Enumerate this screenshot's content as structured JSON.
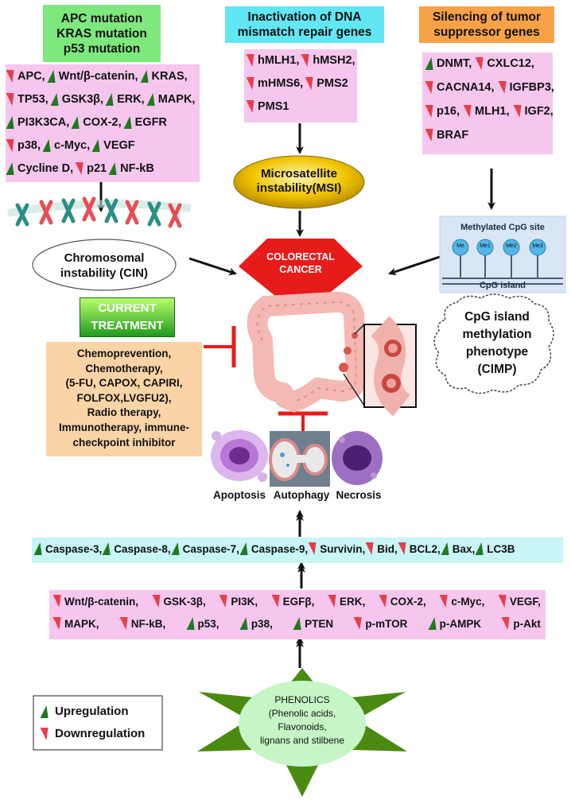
{
  "headers": {
    "mutations": [
      "APC mutation",
      "KRAS mutation",
      "p53 mutation"
    ],
    "mmr": [
      "Inactivation of DNA",
      "mismatch repair genes"
    ],
    "silencing": [
      "Silencing of tumor",
      "suppressor genes"
    ]
  },
  "mutation_genes": [
    [
      {
        "dir": "down",
        "t": "APC,"
      },
      {
        "dir": "up",
        "t": "Wnt/β-catenin,"
      },
      {
        "dir": "up",
        "t": "KRAS,"
      }
    ],
    [
      {
        "dir": "down",
        "t": "TP53,"
      },
      {
        "dir": "up",
        "t": "GSK3β,"
      },
      {
        "dir": "up",
        "t": "ERK,"
      },
      {
        "dir": "up",
        "t": "MAPK,"
      }
    ],
    [
      {
        "dir": "up",
        "t": "PI3K3CA,"
      },
      {
        "dir": "up",
        "t": "COX-2,"
      },
      {
        "dir": "up",
        "t": "EGFR"
      }
    ],
    [
      {
        "dir": "down",
        "t": "p38,"
      },
      {
        "dir": "up",
        "t": "c-Myc,"
      },
      {
        "dir": "up",
        "t": "VEGF"
      }
    ],
    [
      {
        "dir": "up",
        "t": "Cycline D,"
      },
      {
        "dir": "down",
        "t": "p21"
      },
      {
        "dir": "up",
        "t": "NF-kB"
      }
    ]
  ],
  "mmr_genes": [
    [
      {
        "dir": "down",
        "t": "hMLH1,"
      },
      {
        "dir": "down",
        "t": "hMSH2,"
      }
    ],
    [
      {
        "dir": "down",
        "t": "mHMS6,"
      },
      {
        "dir": "down",
        "t": "PMS2"
      }
    ],
    [
      {
        "dir": "down",
        "t": "PMS1"
      }
    ]
  ],
  "silencing_genes": [
    [
      {
        "dir": "up",
        "t": "DNMT,"
      },
      {
        "dir": "down",
        "t": "CXLC12,"
      }
    ],
    [
      {
        "dir": "down",
        "t": "CACNA14,"
      },
      {
        "dir": "down",
        "t": "IGFBP3,"
      }
    ],
    [
      {
        "dir": "down",
        "t": "p16,"
      },
      {
        "dir": "down",
        "t": "MLH1,"
      },
      {
        "dir": "down",
        "t": "IGF2,"
      }
    ],
    [
      {
        "dir": "down",
        "t": "BRAF"
      }
    ]
  ],
  "msi": [
    "Microsatellite",
    "instability(MSI)"
  ],
  "cin": [
    "Chromosomal",
    "instability (CIN)"
  ],
  "crc": [
    "COLORECTAL",
    "CANCER"
  ],
  "cpg_site": "Methylated CpG site",
  "cpg_island": "CpG island",
  "me_labels": [
    "Me",
    "Me1",
    "Me2",
    "Me3"
  ],
  "cimp": [
    "CpG island",
    "methylation",
    "phenotype",
    "(CIMP)"
  ],
  "treatment_title": [
    "CURRENT",
    "TREATMENT"
  ],
  "treatment_lines": [
    "Chemoprevention,",
    "Chemotherapy,",
    "(5-FU, CAPOX, CAPIRI,",
    "FOLFOX,LVGFU2),",
    "Radio therapy,",
    "Immunotherapy, immune-",
    "checkpoint inhibitor"
  ],
  "deaths": [
    "Apoptosis",
    "Autophagy",
    "Necrosis"
  ],
  "death_genes": [
    {
      "dir": "up",
      "t": "Caspase-3,"
    },
    {
      "dir": "up",
      "t": "Caspase-8,"
    },
    {
      "dir": "up",
      "t": "Caspase-7,"
    },
    {
      "dir": "up",
      "t": "Caspase-9,"
    },
    {
      "dir": "down",
      "t": "Survivin,"
    },
    {
      "dir": "down",
      "t": "Bid,"
    },
    {
      "dir": "down",
      "t": "BCL2,"
    },
    {
      "dir": "up",
      "t": "Bax,"
    },
    {
      "dir": "up",
      "t": "LC3B"
    }
  ],
  "pathway_rows": [
    [
      {
        "dir": "down",
        "t": "Wnt/β-catenin,"
      },
      {
        "dir": "down",
        "t": "GSK-3β,"
      },
      {
        "dir": "down",
        "t": "PI3K,"
      },
      {
        "dir": "down",
        "t": "EGFβ,"
      },
      {
        "dir": "down",
        "t": "ERK,"
      },
      {
        "dir": "down",
        "t": "COX-2,"
      },
      {
        "dir": "down",
        "t": "c-Myc,"
      },
      {
        "dir": "down",
        "t": "VEGF,"
      }
    ],
    [
      {
        "dir": "down",
        "t": "MAPK,"
      },
      {
        "dir": "down",
        "t": "NF-kB,"
      },
      {
        "dir": "up",
        "t": "p53,"
      },
      {
        "dir": "up",
        "t": "p38,"
      },
      {
        "dir": "up",
        "t": "PTEN"
      },
      {
        "dir": "down",
        "t": "p-mTOR"
      },
      {
        "dir": "up",
        "t": "p-AMPK"
      },
      {
        "dir": "down",
        "t": "p-Akt"
      }
    ]
  ],
  "legend": {
    "up": "Upregulation",
    "down": "Downregulation"
  },
  "phenolics": [
    "PHENOLICS",
    "(Phenolic acids,",
    "Flavonoids,",
    "lignans and stilbene"
  ],
  "colors": {
    "up": "#1e7a1e",
    "down": "#e5404a",
    "pink": "#f6c6ee",
    "green_hdr": "#7ee87e",
    "cyan_hdr": "#62e6f4",
    "orange_hdr": "#f7a247",
    "star": "#4a8a10"
  }
}
